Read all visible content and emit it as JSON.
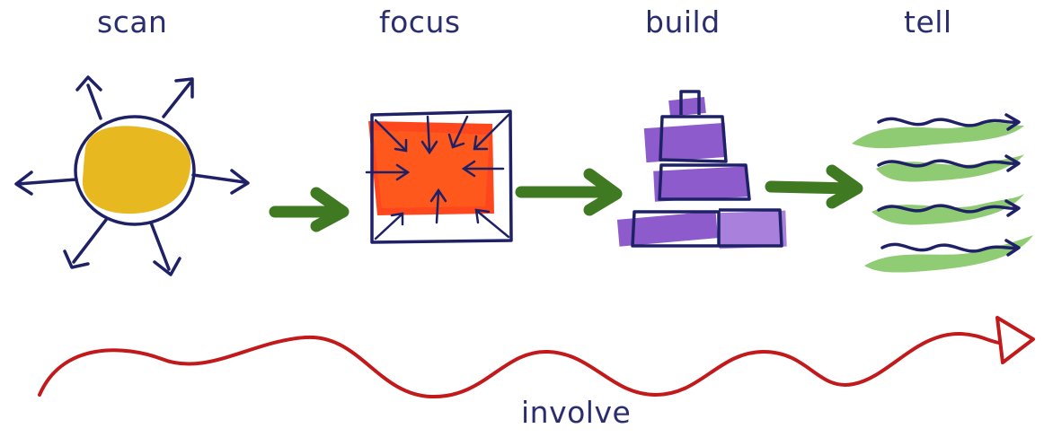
{
  "stages": [
    {
      "id": "scan",
      "label": "scan"
    },
    {
      "id": "focus",
      "label": "focus"
    },
    {
      "id": "build",
      "label": "build"
    },
    {
      "id": "tell",
      "label": "tell"
    }
  ],
  "footer": {
    "label": "involve"
  },
  "colors": {
    "ink": "#1f2166",
    "text": "#2b2e6e",
    "scan_fill": "#e8b820",
    "focus_fill": "#ff3d12",
    "build_fill": "#7a3fc4",
    "tell_fill": "#7cc35a",
    "arrow": "#3f7a22",
    "involve_line": "#c2191b"
  }
}
